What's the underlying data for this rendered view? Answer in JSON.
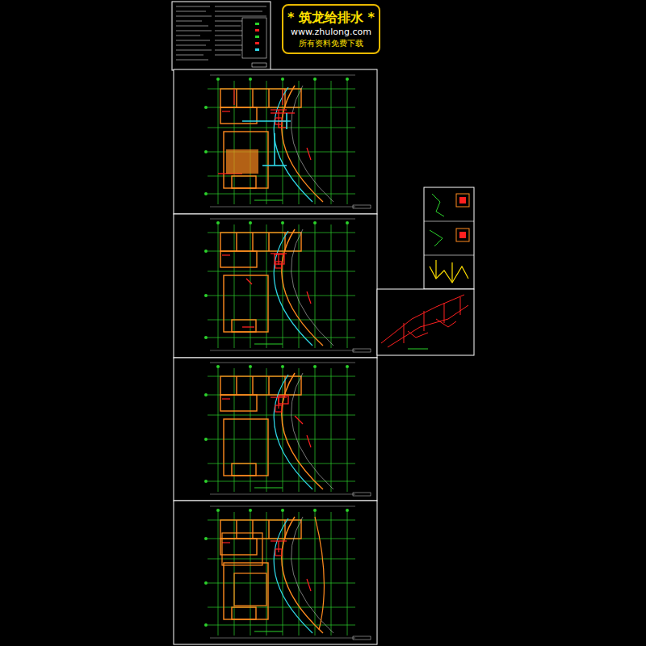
{
  "diagram": {
    "nodes": [
      {
        "text": [
          "* 筑龙给排水 *",
          "www.zhulong.com",
          "所有资料免费下载"
        ]
      }
    ]
  }
}
